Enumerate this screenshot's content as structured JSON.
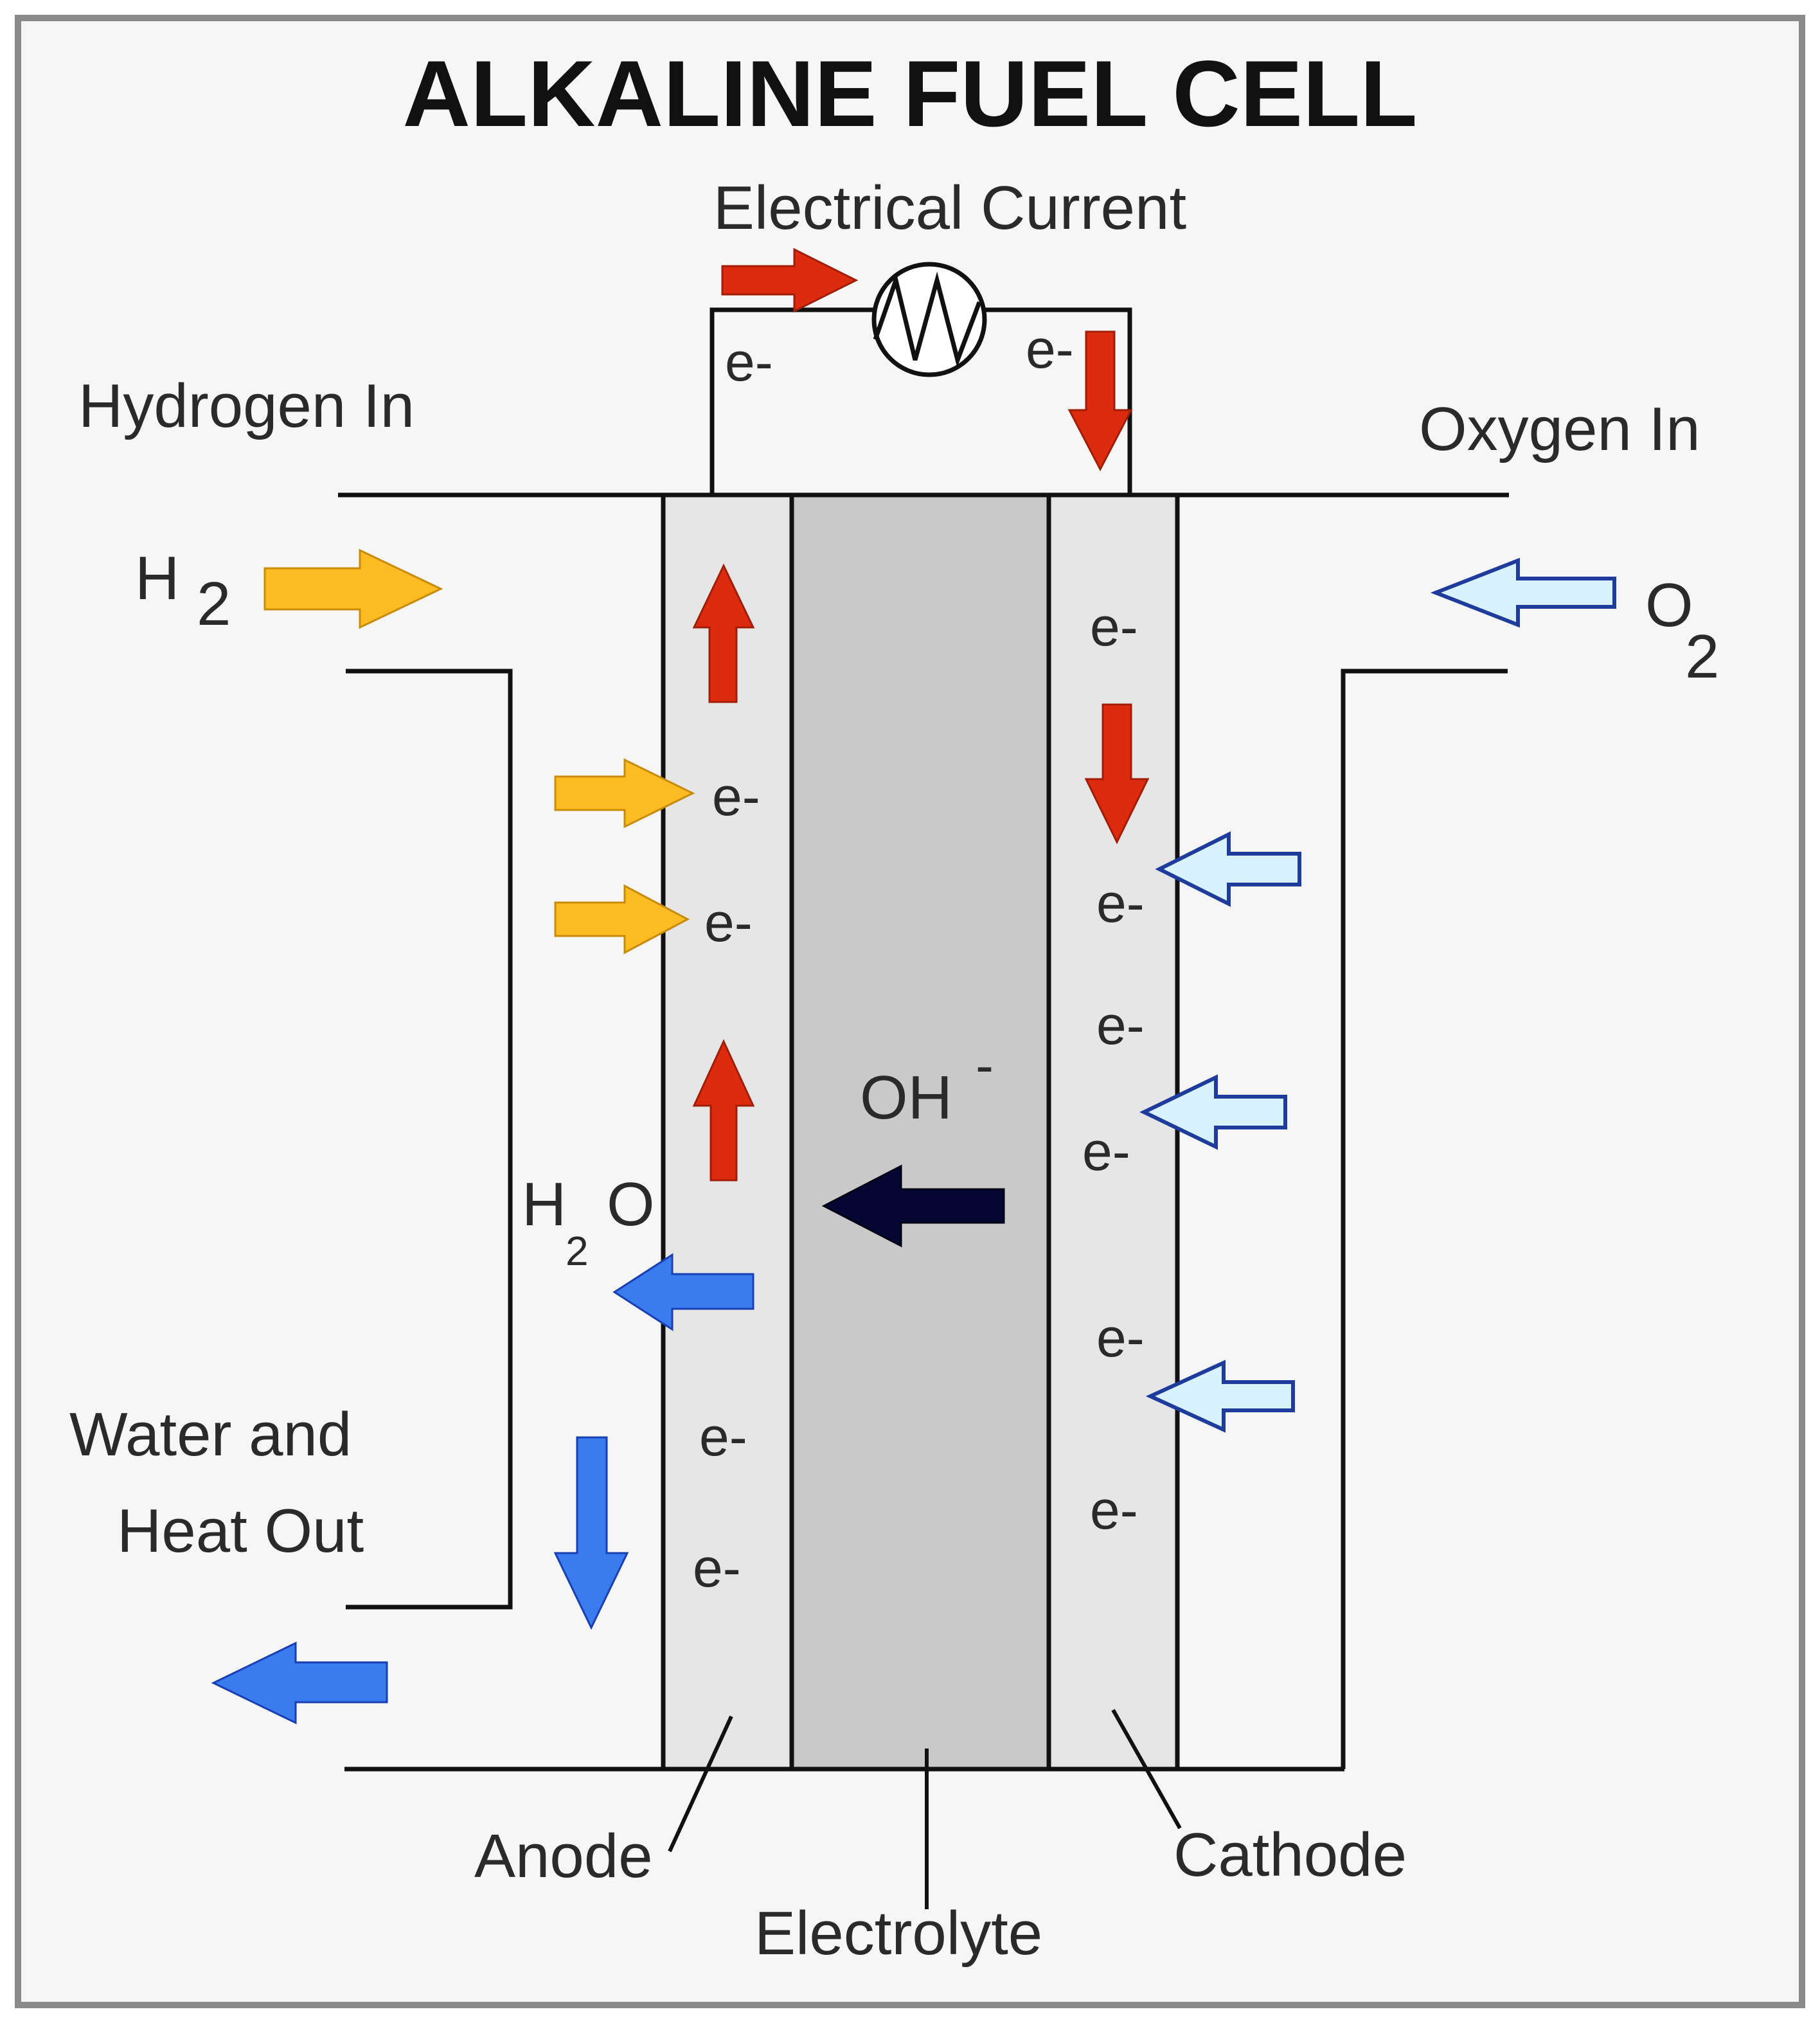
{
  "title": "ALKALINE FUEL CELL",
  "circuit_label": "Electrical Current",
  "hydrogen_in": "Hydrogen In",
  "oxygen_in": "Oxygen In",
  "h2": {
    "base": "H",
    "sub": "2"
  },
  "o2": {
    "base": "O",
    "sub": "2"
  },
  "h2o": {
    "h": "H",
    "sub": "2",
    "o": "O"
  },
  "hydroxide": {
    "base": "OH",
    "sup": "-"
  },
  "electron": "e-",
  "water_out_line1": "Water and",
  "water_out_line2": "Heat Out",
  "anode": "Anode",
  "cathode": "Cathode",
  "electrolyte": "Electrolyte",
  "colors": {
    "background": "#f6f6f6",
    "frame": "#8a8a8a",
    "electrode": "#e6e6e6",
    "electrolyte": "#c9c9c9",
    "line": "#111111",
    "electron_arrow": "#dd2b10",
    "hydrogen_arrow": "#fbbb22",
    "oxygen_arrow": "#d8f2ff",
    "oxygen_outline": "#1f3c9c",
    "water_arrow": "#3a7bf0",
    "hydroxide_arrow": "#060633"
  }
}
